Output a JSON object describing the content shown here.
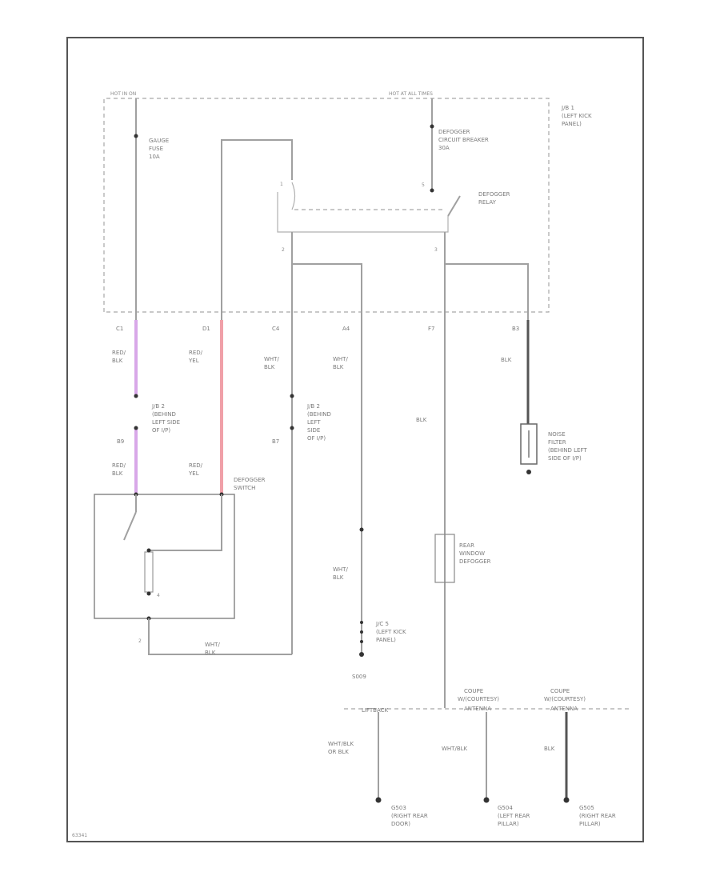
{
  "title": "Rear Window Defogger Circuit",
  "colors": {
    "wire": "#a0a0a0",
    "red_yel": "#f0a0a8",
    "red_blk": "#d8a8e8",
    "dark": "#555555"
  },
  "header": {
    "hot_run": "HOT IN ON",
    "hot_all": "HOT AT ALL TIMES"
  },
  "components": {
    "gauge_fuse": [
      "GAUGE",
      "FUSE",
      "10A"
    ],
    "defogger_cb": [
      "DEFOGGER",
      "CIRCUIT BREAKER",
      "30A"
    ],
    "jb1": [
      "J/B 1",
      "(LEFT KICK",
      "PANEL)"
    ],
    "relay": [
      "DEFOGGER",
      "RELAY"
    ],
    "jb2_left": [
      "J/B 2",
      "(BEHIND",
      "LEFT SIDE",
      "OF I/P)"
    ],
    "jb2_mid": [
      "J/B 2",
      "(BEHIND",
      "LEFT",
      "SIDE",
      "OF I/P)"
    ],
    "noise_filter": [
      "NOISE",
      "FILTER",
      "(BEHIND LEFT",
      "SIDE OF I/P)"
    ],
    "switch": [
      "DEFOGGER",
      "SWITCH"
    ],
    "rear_defogger": [
      "REAR",
      "WINDOW",
      "DEFOGGER"
    ],
    "jc": [
      "J/C 5",
      "(LEFT KICK",
      "PANEL)"
    ],
    "coupe1": [
      "COUPE",
      "W/(COURTESY)",
      "ANTENNA"
    ],
    "coupe2": [
      "COUPE",
      "W/(COURTESY)",
      "ANTENNA"
    ],
    "liftback": "LIFTBACK",
    "ground_left": [
      "G503",
      "(RIGHT REAR",
      "DOOR)"
    ],
    "ground_mid": [
      "G504",
      "(LEFT REAR",
      "PILLAR)"
    ],
    "ground_right": [
      "G505",
      "(RIGHT REAR",
      "PILLAR)"
    ]
  },
  "pins": {
    "c1": "C1",
    "d1": "D1",
    "c4": "C4",
    "a4": "A4",
    "f7": "F7",
    "b3": "B3",
    "b9": "B9",
    "b7": "B7",
    "r1": "1",
    "r2": "2",
    "r3": "3",
    "r5": "5",
    "s2": "2",
    "s4": "4"
  },
  "wires": {
    "red_blk": [
      "RED/",
      "BLK"
    ],
    "red_yel": [
      "RED/",
      "YEL"
    ],
    "wht_blk": [
      "WHT/",
      "BLK"
    ],
    "blk": "BLK",
    "wht_blk_or_blk": [
      "WHT/BLK",
      "OR BLK"
    ],
    "wht_blk2": "WHT/BLK",
    "s009": "S009",
    "footer": "63341"
  }
}
